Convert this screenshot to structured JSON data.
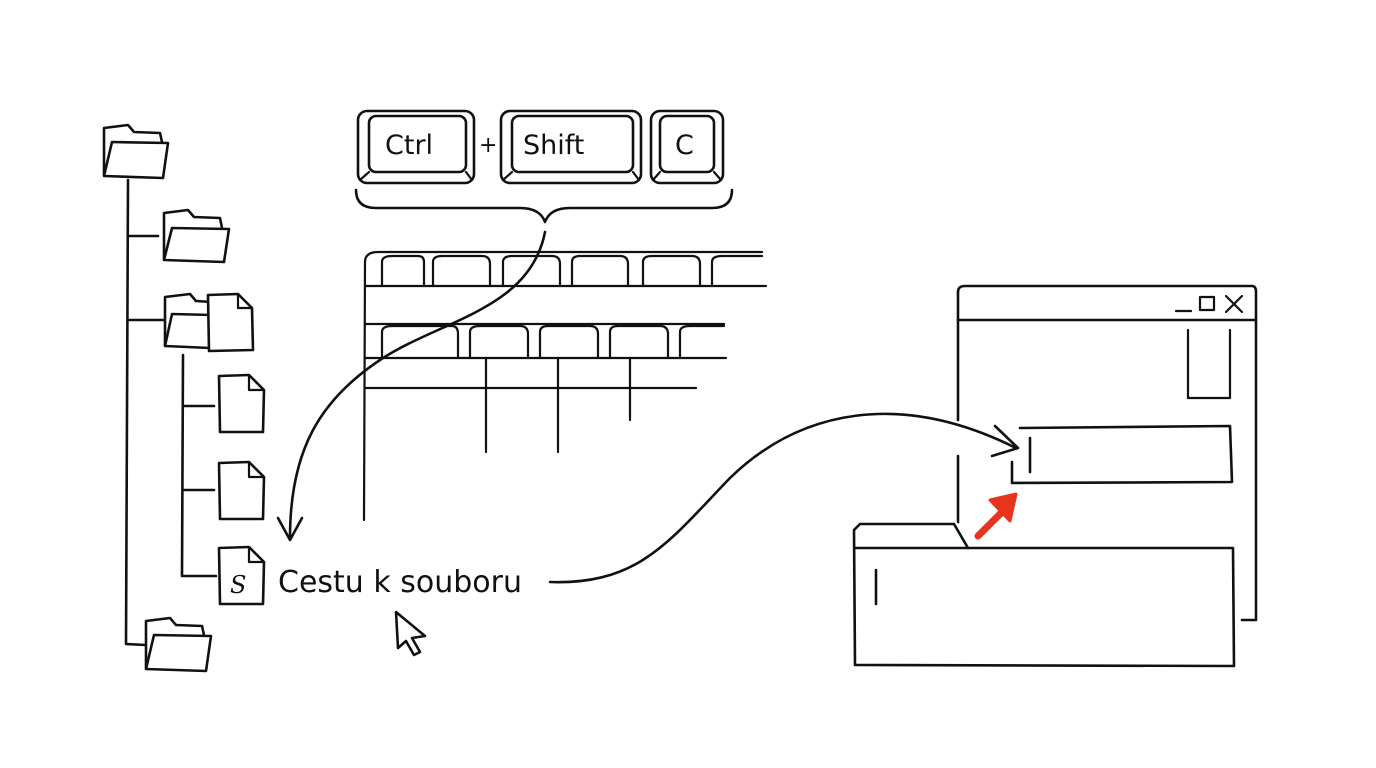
{
  "shortcut": {
    "keys": [
      {
        "label": "Ctrl"
      },
      {
        "label": "Shift"
      },
      {
        "label": "C"
      }
    ],
    "separator": "+"
  },
  "file_glyph": "S",
  "caption": "Cestu k souboru",
  "colors": {
    "ink": "#111111",
    "background": "#ffffff",
    "accent_arrow": "#e8341c"
  },
  "icons": {
    "folders": "folder-icon",
    "files": "file-icon",
    "cursor": "mouse-pointer-icon",
    "window_controls": [
      "minimize-icon",
      "maximize-icon",
      "close-icon"
    ]
  }
}
